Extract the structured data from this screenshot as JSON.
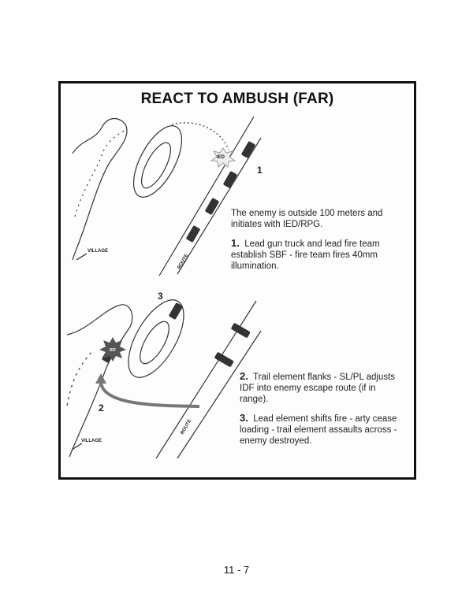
{
  "diagram": {
    "title": "REACT TO AMBUSH (FAR)",
    "top_panel": {
      "labels": {
        "ied": "IED",
        "step": "1",
        "village": "VILLAGE",
        "route": "ROUTE"
      },
      "intro": "The enemy is outside 100 meters and initiates with IED/RPG.",
      "step1_num": "1.",
      "step1_text": "Lead gun truck and lead fire team establish SBF - fire team fires 40mm illumination."
    },
    "bottom_panel": {
      "labels": {
        "idf": "IDF",
        "step2": "2",
        "step3": "3",
        "village": "VILLAGE",
        "route": "ROUTE"
      },
      "step2_num": "2.",
      "step2_text": "Trail element flanks - SL/PL adjusts IDF into enemy escape route (if in range).",
      "step3_num": "3.",
      "step3_text": "Lead element shifts fire - arty cease loading - trail element assaults across - enemy destroyed."
    }
  },
  "footer": {
    "page_number": "11 - 7"
  }
}
